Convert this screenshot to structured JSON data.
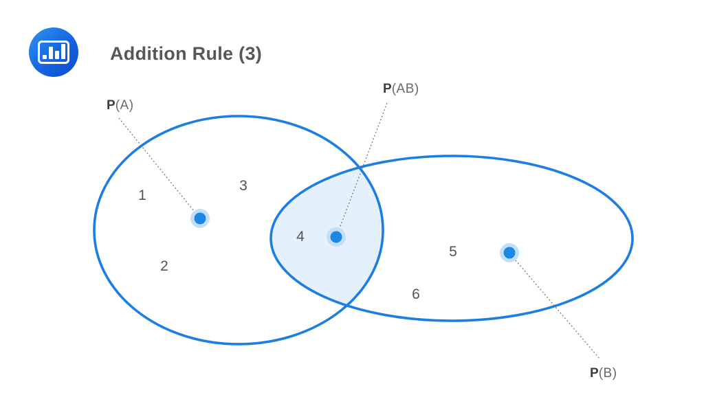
{
  "header": {
    "title": "Addition Rule (3)",
    "logo_icon": "bar-chart-icon"
  },
  "venn": {
    "region_labels": [
      "1",
      "2",
      "3",
      "4",
      "5",
      "6"
    ],
    "labels": {
      "pa": {
        "bold": "P",
        "rest": "(A)"
      },
      "pab": {
        "bold": "P",
        "rest": "(AB)"
      },
      "pb": {
        "bold": "P",
        "rest": "(B)"
      }
    },
    "colors": {
      "stroke": "#1C7EE3",
      "intersection_fill": "#E4F0FB",
      "point": "#1E86E5",
      "point_halo": "#C3DFF8",
      "leader_line": "#6E6E6E"
    }
  }
}
